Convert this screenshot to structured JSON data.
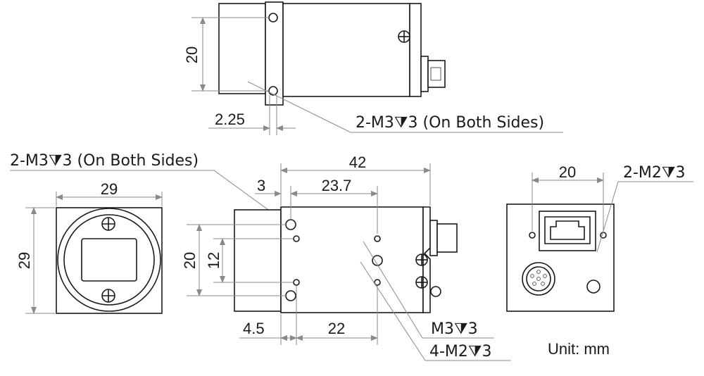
{
  "top_view": {
    "dim_height": "20",
    "dim_offset": "2.25",
    "callout": "2-M3⧩3 (On Both Sides)"
  },
  "front_view": {
    "dim_width": "29",
    "dim_height": "29",
    "callout": "2-M3⧩3 (On Both Sides)"
  },
  "side_view": {
    "dim_length": "42",
    "dim_3": "3",
    "dim_23_7": "23.7",
    "dim_20": "20",
    "dim_12": "12",
    "dim_4_5": "4.5",
    "dim_22": "22",
    "callout_m3": "M3⧩3",
    "callout_m2": "4-M2⧩3"
  },
  "rear_view": {
    "dim_width": "20",
    "callout": "2-M2⧩3"
  },
  "unit_label": "Unit: mm",
  "colors": {
    "line": "#1a1a1a",
    "dimension": "#8a8a8a",
    "background": "#ffffff"
  }
}
